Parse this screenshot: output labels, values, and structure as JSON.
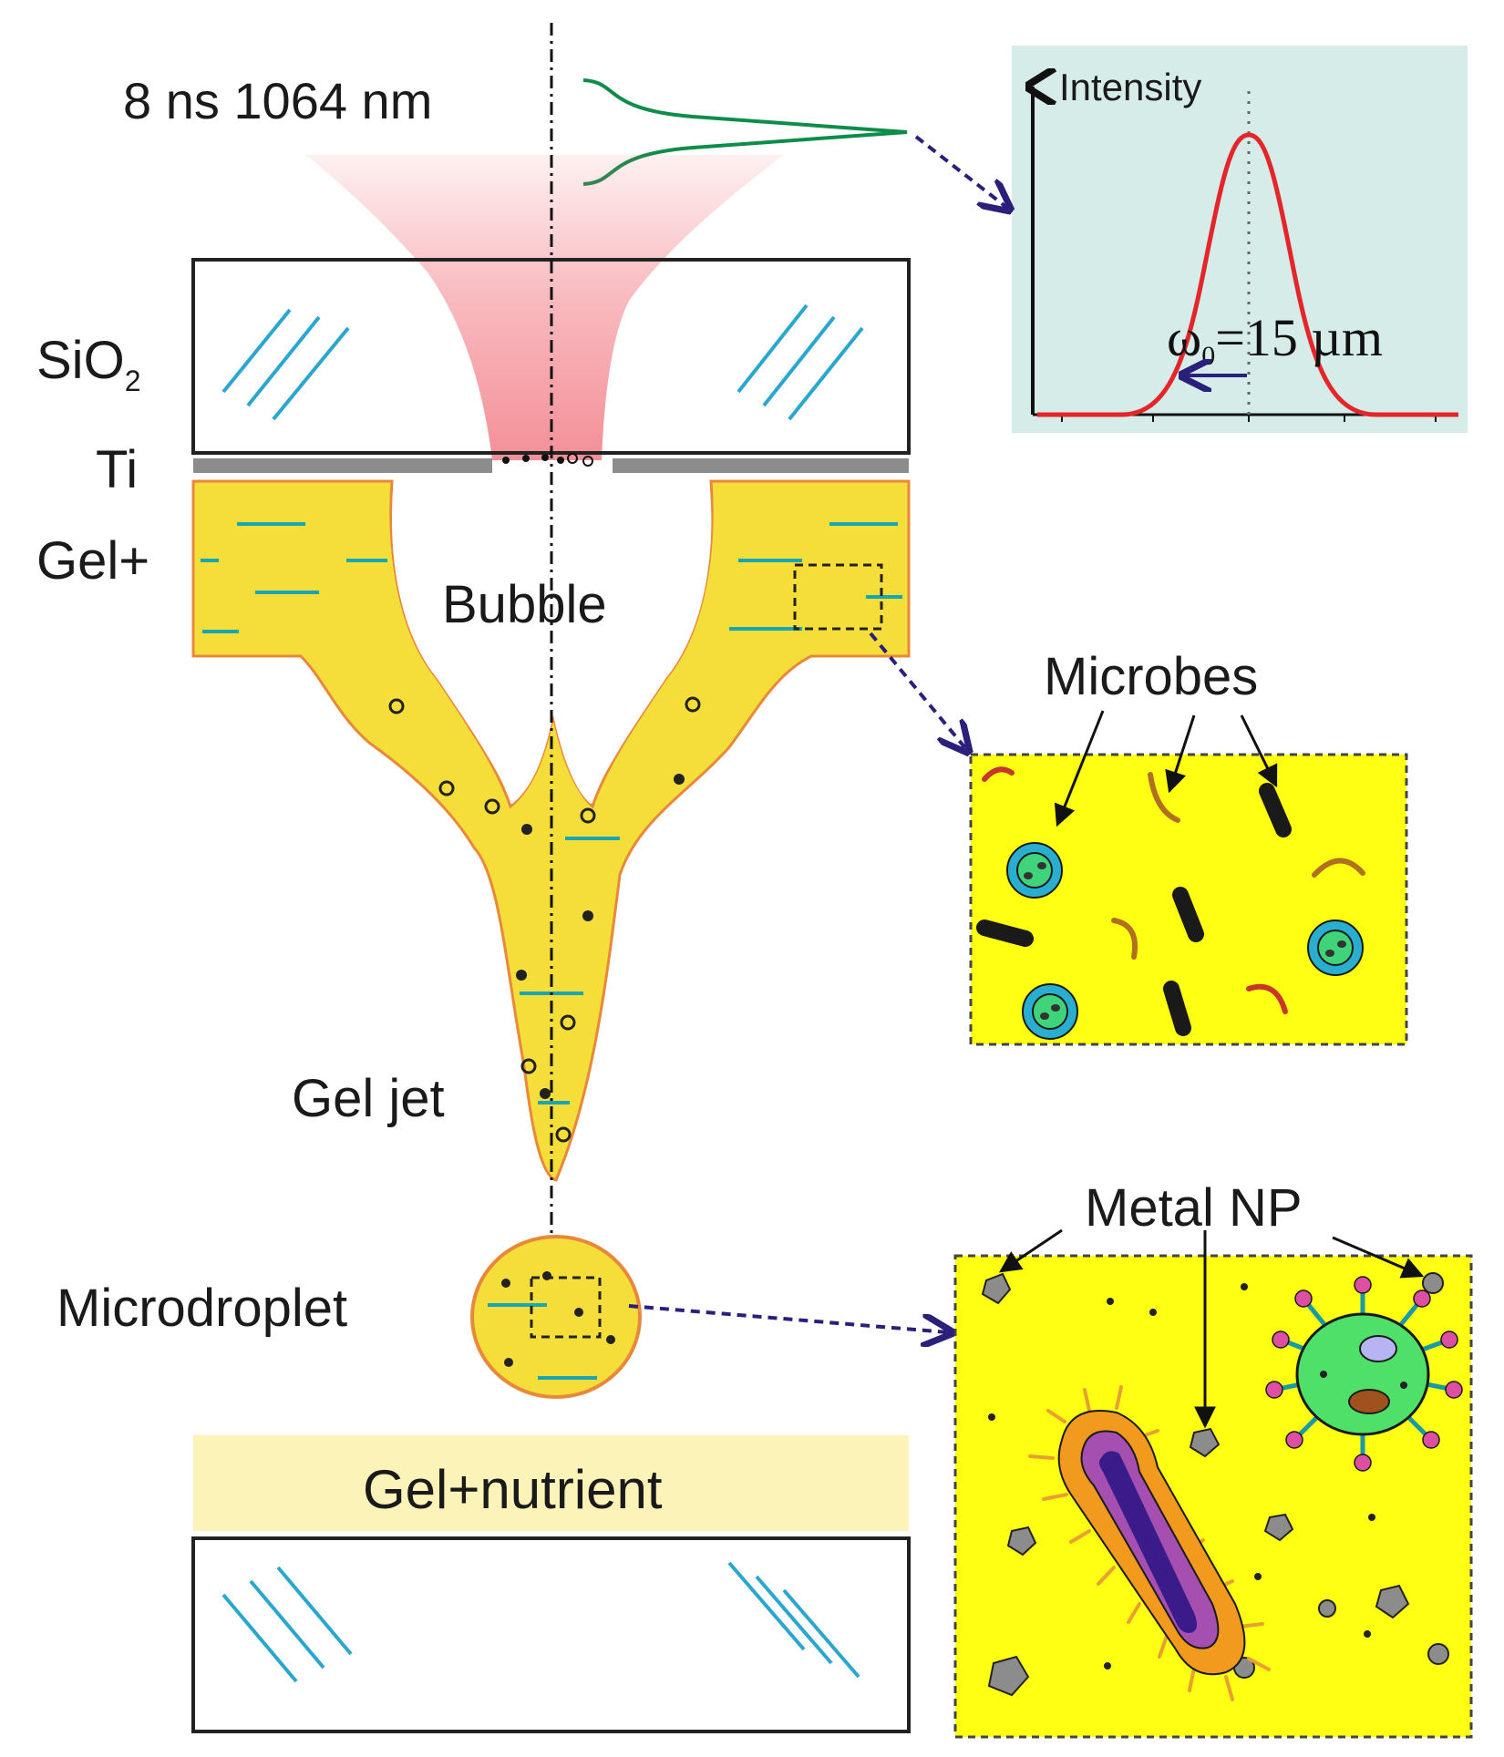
{
  "laser": {
    "label": "8 ns 1064 nm"
  },
  "layers": {
    "sio2_main": "SiO",
    "sio2_sub": "2",
    "ti": "Ti",
    "gel": "Gel+"
  },
  "regions": {
    "bubble": "Bubble",
    "gel_jet": "Gel jet",
    "microdroplet": "Microdroplet",
    "substrate_gel": "Gel+nutrient"
  },
  "intensity_plot": {
    "axis_label": "Intensity",
    "beam_waist_symbol": "ω",
    "beam_waist_sub": "0",
    "beam_waist_value": "=15 µm"
  },
  "insets": {
    "microbes_title": "Microbes",
    "metal_np_title": "Metal NP"
  },
  "colors": {
    "gel_yellow": "#f5dd3a",
    "gel_outline": "#e8883a",
    "inset_yellow": "#ffff14",
    "laser_pink": "#f0707a",
    "glass_hatch": "#2aa6cf",
    "ti_gray": "#8c8c8c",
    "plot_bg": "#d6ece8",
    "plot_curve": "#e4262a",
    "beam_profile": "#0e8c4a",
    "arrow_dark_blue": "#2a1f7a",
    "nutrient_band": "#fbf3b8"
  }
}
